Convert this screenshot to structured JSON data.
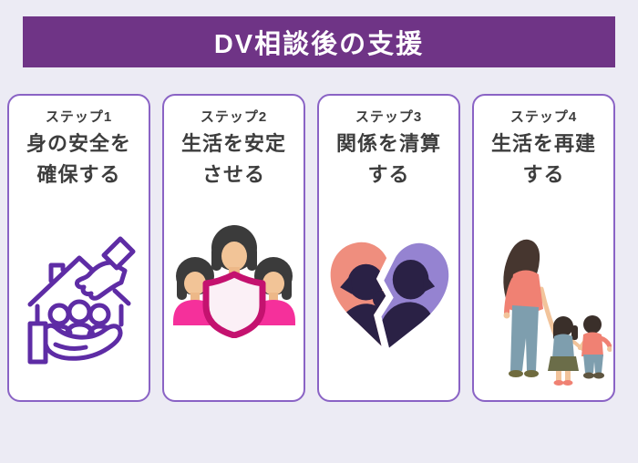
{
  "page": {
    "background_color": "#ECEBF4"
  },
  "header": {
    "title": "DV相談後の支援",
    "background_color": "#6F3486",
    "text_color": "#FFFFFF"
  },
  "cards": [
    {
      "step_label": "ステップ1",
      "title_lines": [
        "身の安全を",
        "確保する"
      ],
      "icon": "hands-sheltering-family-house-icon",
      "icon_accent_color": "#5E2CA5"
    },
    {
      "step_label": "ステップ2",
      "title_lines": [
        "生活を安定",
        "させる"
      ],
      "icon": "women-group-shield-icon",
      "icon_accent_color": "#F5309B"
    },
    {
      "step_label": "ステップ3",
      "title_lines": [
        "関係を清算",
        "する"
      ],
      "icon": "broken-heart-couple-icon",
      "icon_accent_color": "#EF8E7E"
    },
    {
      "step_label": "ステップ4",
      "title_lines": [
        "生活を再建",
        "する"
      ],
      "icon": "mother-children-walking-icon",
      "icon_accent_color": "#F08173"
    }
  ],
  "colors": {
    "card_border": "#8A63C5",
    "card_background": "#FFFFFF",
    "text": "#3D3D3D",
    "shield_stroke": "#C4126F",
    "shield_fill": "#FBF0F6",
    "heart_left": "#EF8E7E",
    "heart_right": "#9583D1",
    "silhouette": "#2A2145",
    "skin": "#F2C497",
    "hair_dark": "#3B3B3B",
    "blue_gray": "#7E9EAE"
  }
}
